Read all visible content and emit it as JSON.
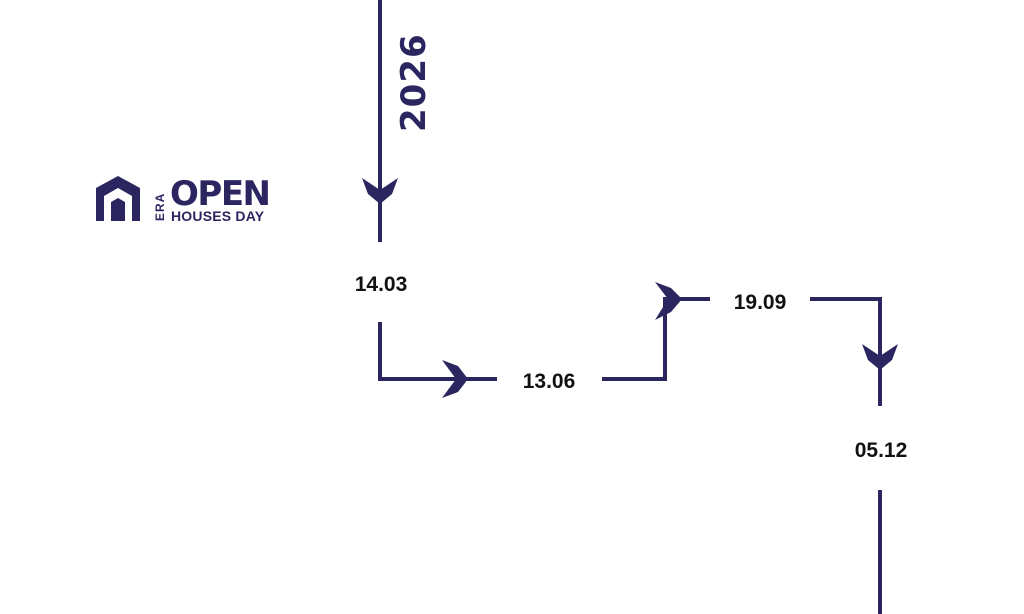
{
  "colors": {
    "navy": "#2b2660",
    "text": "#111111",
    "background": "#ffffff"
  },
  "logo": {
    "era": "ERA",
    "title": "OPEN",
    "subtitle": "HOUSES DAY",
    "icon": "house-icon"
  },
  "timeline": {
    "year": "2026",
    "dates": [
      "14.03",
      "13.06",
      "19.09",
      "05.12"
    ],
    "arrow_icon": "chevron-arrow-icon"
  }
}
